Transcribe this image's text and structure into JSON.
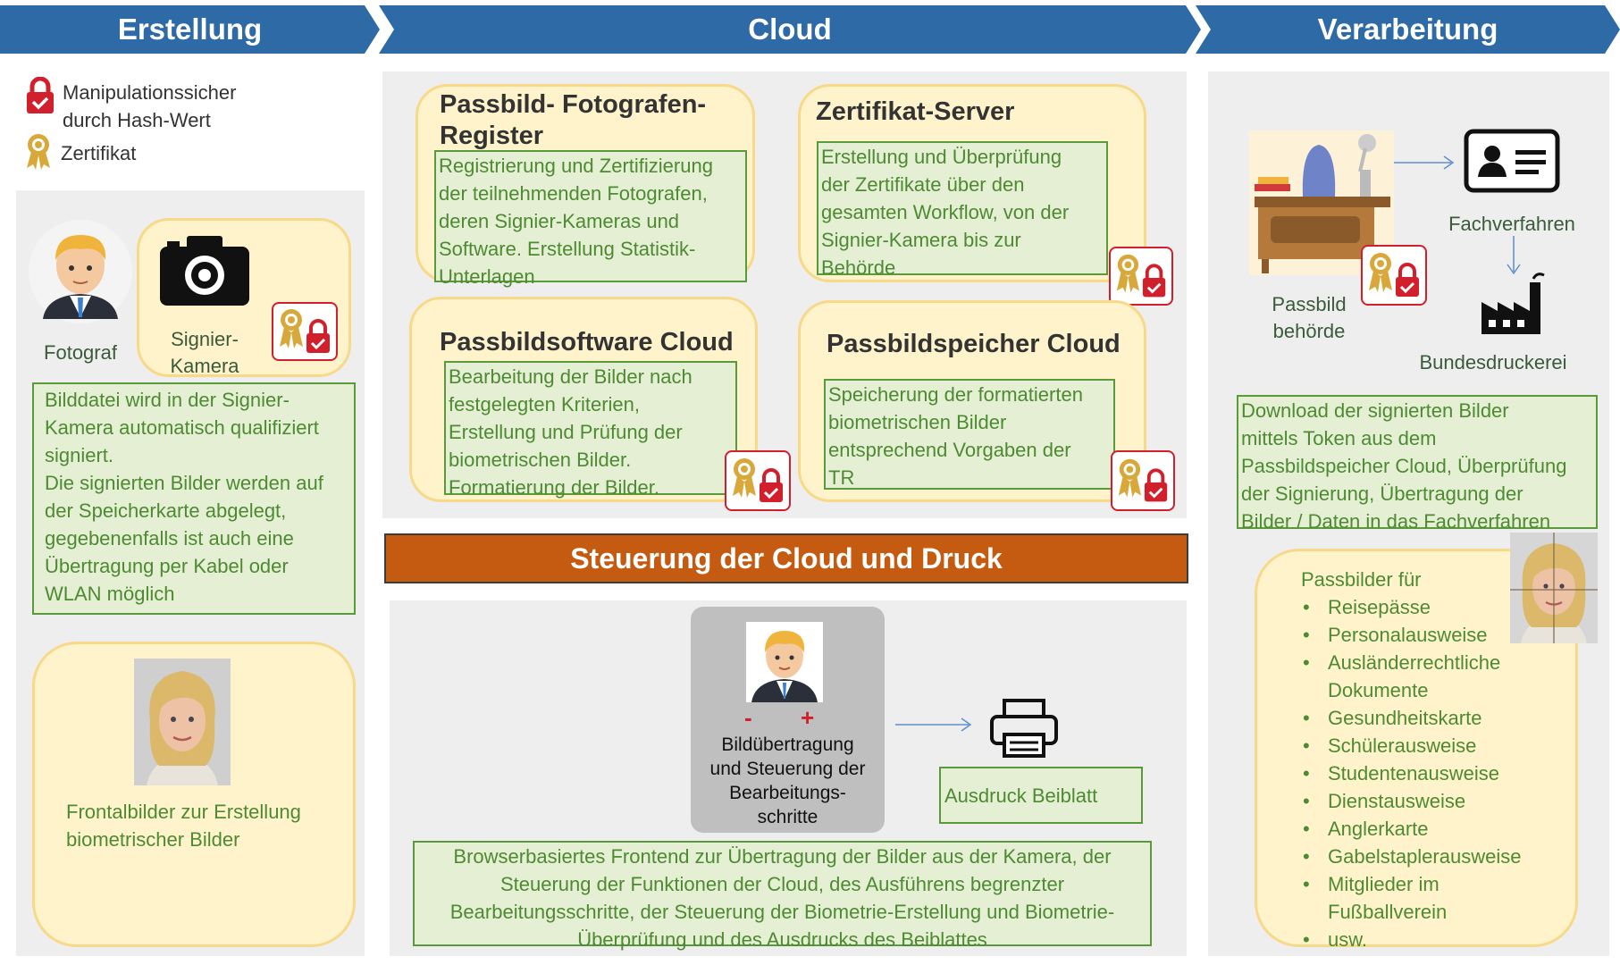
{
  "headers": {
    "creation": "Erstellung",
    "cloud": "Cloud",
    "processing": "Verarbeitung"
  },
  "legend": {
    "lock_line1": "Manipulationssicher",
    "lock_line2": "durch Hash-Wert",
    "certificate": "Zertifikat"
  },
  "creation": {
    "photographer_label": "Fotograf",
    "camera_label_1": "Signier-",
    "camera_label_2": "Kamera",
    "description": [
      "Bilddatei wird in der Signier-",
      "Kamera automatisch qualifiziert",
      "signiert.",
      "Die signierten Bilder werden auf",
      "der Speicherkarte abgelegt,",
      "gegebenenfalls ist auch eine",
      "Übertragung per Kabel oder",
      "WLAN möglich"
    ],
    "frontal_text": [
      "Frontalbilder zur Erstellung",
      "biometrischer Bilder"
    ]
  },
  "cloud": {
    "register": {
      "title_1": "Passbild- Fotografen-",
      "title_2": "Register",
      "text": [
        "Registrierung und Zertifizierung",
        "der teilnehmenden Fotografen,",
        "deren Signier-Kameras und",
        "Software. Erstellung Statistik-",
        "Unterlagen"
      ]
    },
    "cert_server": {
      "title": "Zertifikat-Server",
      "text": [
        "Erstellung und Überprüfung",
        "der Zertifikate über den",
        "gesamten Workflow, von der",
        "Signier-Kamera bis zur",
        "Behörde"
      ]
    },
    "software": {
      "title": "Passbildsoftware Cloud",
      "text": [
        "Bearbeitung der Bilder nach",
        "festgelegten Kriterien,",
        "Erstellung und Prüfung der",
        "biometrischen Bilder.",
        "Formatierung der Bilder."
      ]
    },
    "storage": {
      "title": "Passbildspeicher Cloud",
      "text": [
        "Speicherung der formatierten",
        "biometrischen Bilder",
        "entsprechend Vorgaben der",
        "TR"
      ]
    }
  },
  "control": {
    "bar_title": "Steuerung der Cloud und Druck",
    "minus": "-",
    "plus": "+",
    "operator_text": [
      "Bildübertragung",
      "und Steuerung der",
      "Bearbeitungs-",
      "schritte"
    ],
    "print_label": "Ausdruck Beiblatt",
    "frontend_text": [
      "Browserbasiertes Frontend zur Übertragung der Bilder aus der Kamera, der",
      "Steuerung der Funktionen der Cloud, des Ausführens begrenzter",
      "Bearbeitungsschritte, der Steuerung der Biometrie-Erstellung und Biometrie-",
      "Überprüfung und des Ausdrucks des Beiblattes"
    ]
  },
  "processing": {
    "fachverfahren": "Fachverfahren",
    "authority_1": "Passbild",
    "authority_2": "behörde",
    "bundesdruckerei": "Bundesdruckerei",
    "download_text": [
      "Download der signierten Bilder",
      "mittels Token aus dem",
      "Passbildspeicher Cloud, Überprüfung",
      "der Signierung, Übertragung der",
      "Bilder / Daten in das Fachverfahren"
    ],
    "list_title": "Passbilder für",
    "list_items": [
      "Reisepässe",
      "Personalausweise",
      "Ausländerrechtliche Dokumente",
      "Gesundheitskarte",
      "Schülerausweise",
      "Studentenausweise",
      "Dienstausweise",
      "Anglerkarte",
      "Gabelstaplerausweise",
      "Mitglieder im Fußballverein",
      "usw."
    ]
  },
  "colors": {
    "header_blue": "#2e6aa6",
    "orange_bar": "#c55a11",
    "green_border": "#5a9a3a",
    "yellow_fill": "#fff3cc",
    "lock_red": "#d11f2c",
    "ribbon_gold": "#d8a93a"
  }
}
